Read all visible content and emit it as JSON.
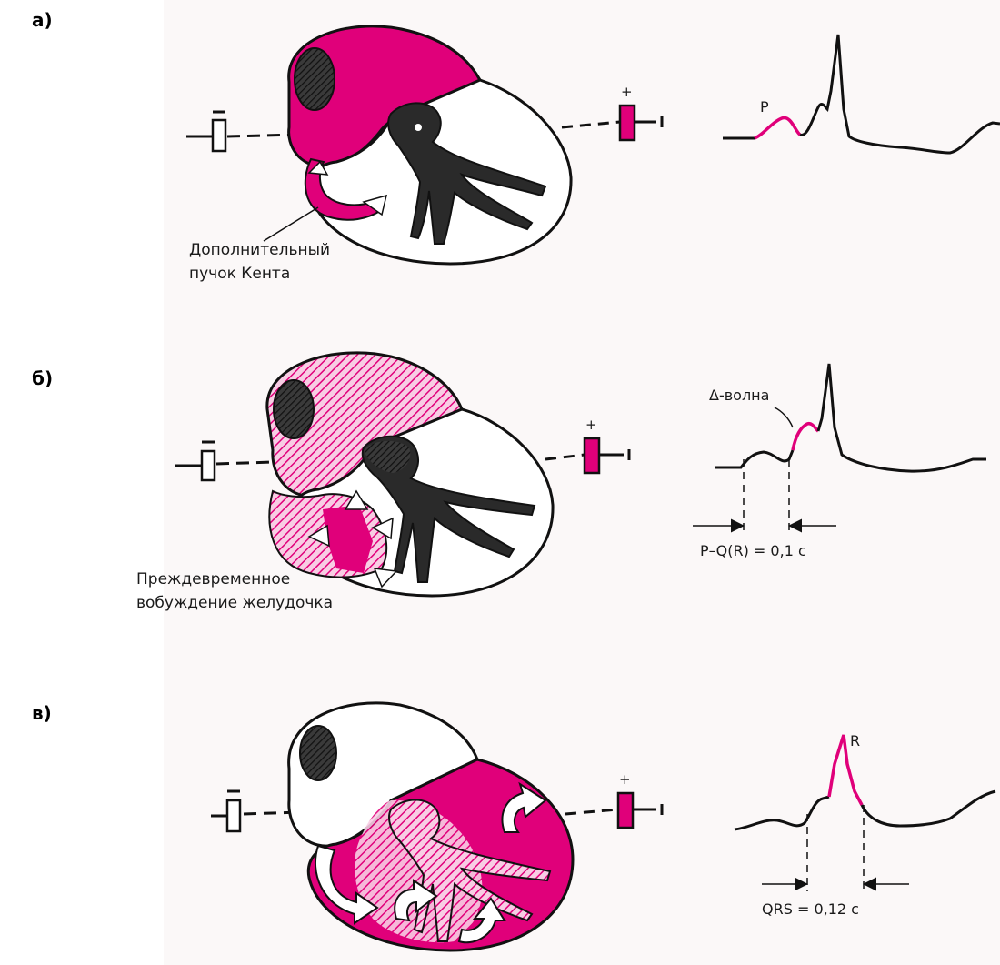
{
  "colors": {
    "accent": "#e0007a",
    "ink": "#111111",
    "panel_bg": "#fbf8f8"
  },
  "panels": [
    {
      "letter": "а)",
      "annotation_line1": "Дополнительный",
      "annotation_line2": "пучок Кента",
      "wave_label": "P",
      "electrode_sign": "+"
    },
    {
      "letter": "б)",
      "annotation_line1": "Преждевременное",
      "annotation_line2": "вобуждение желудочка",
      "wave_label": "Δ-волна",
      "interval_label": "P–Q(R) = 0,1 с",
      "electrode_sign": "+"
    },
    {
      "letter": "в)",
      "wave_label": "R",
      "interval_label": "QRS = 0,12 с",
      "electrode_sign": "+"
    }
  ]
}
